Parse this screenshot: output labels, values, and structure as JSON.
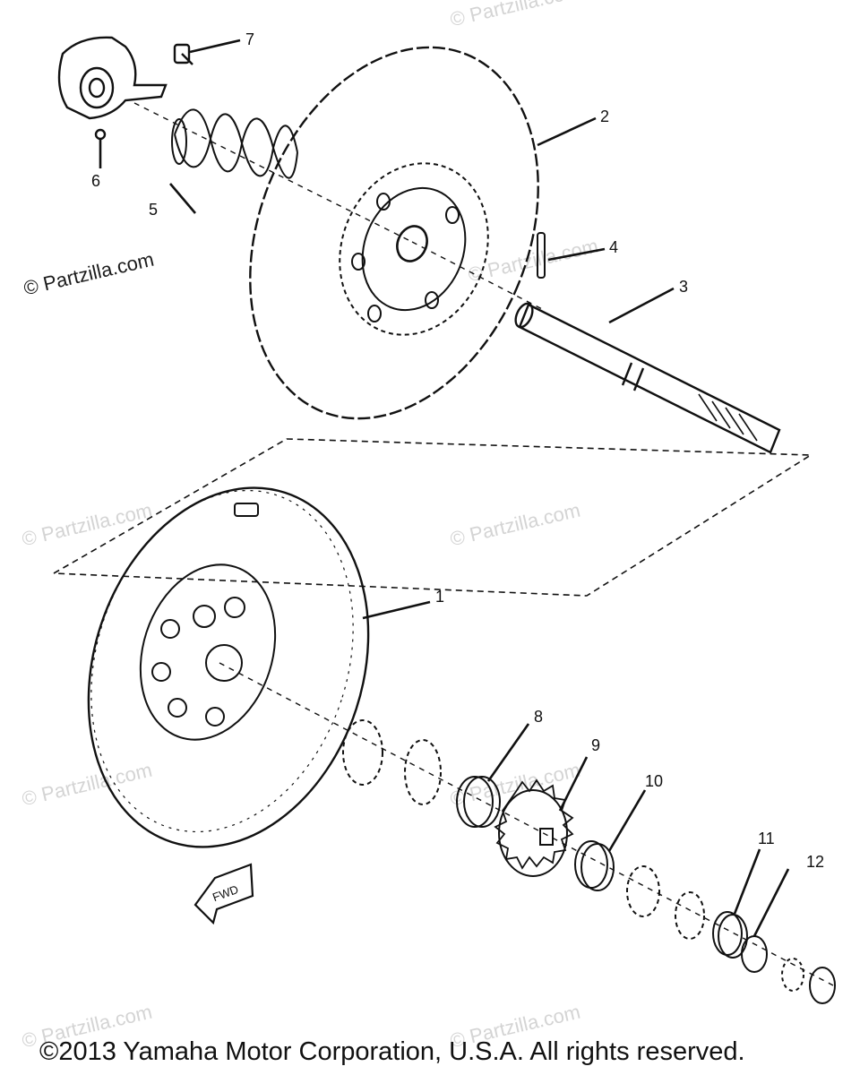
{
  "diagram": {
    "callouts": [
      "1",
      "2",
      "3",
      "4",
      "5",
      "6",
      "7",
      "8",
      "9",
      "10",
      "11",
      "12"
    ],
    "fwd_label": "FWD"
  },
  "watermarks": {
    "text": "© Partzilla.com",
    "partial_text": "© Partzilla.com"
  },
  "footer": {
    "copyright": "©2013  Yamaha Motor Corporation, U.S.A. All rights reserved."
  }
}
